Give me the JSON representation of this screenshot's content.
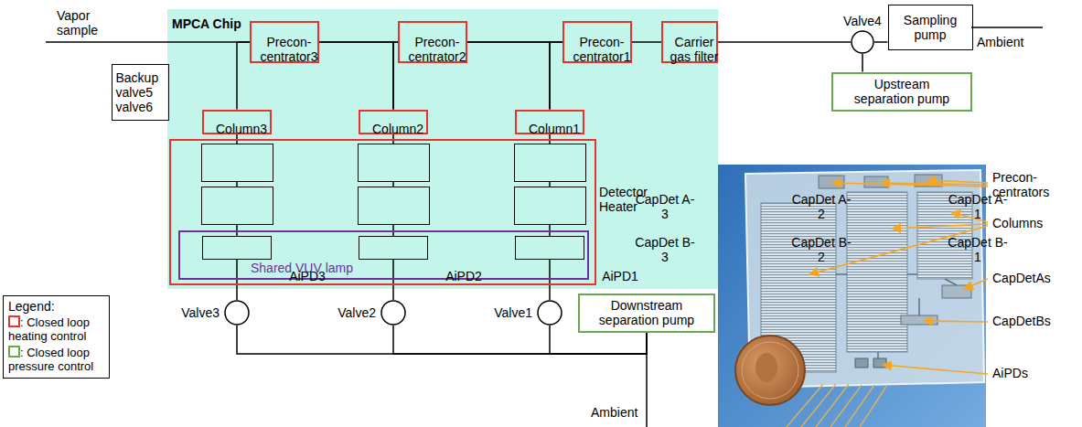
{
  "diagram": {
    "nodes": [
      {
        "text": [
          "MPCA Chip"
        ]
      },
      {
        "text": [
          "Precon- centrator3"
        ],
        "in": 0
      },
      {
        "text": [
          "Precon- centrator2"
        ],
        "in": 0
      },
      {
        "text": [
          "Precon- centrator1"
        ],
        "in": 0
      },
      {
        "text": [
          "Carrier gas filter"
        ],
        "in": 0
      },
      {
        "text": [
          "Valve4"
        ]
      },
      {
        "text": [
          "Sampling pump"
        ]
      },
      {
        "text": [
          "Upstream separation pump"
        ]
      },
      {
        "text": [
          "Backup valve5 valve6"
        ]
      },
      {
        "text": [
          "Column3"
        ],
        "in": 0
      },
      {
        "text": [
          "Column2"
        ],
        "in": 0
      },
      {
        "text": [
          "Column1"
        ],
        "in": 0
      },
      {
        "text": [
          "Detector Heater"
        ],
        "in": 0
      },
      {
        "text": [
          "CapDet A-3"
        ],
        "in": 12
      },
      {
        "text": [
          "CapDet A-2"
        ],
        "in": 12
      },
      {
        "text": [
          "CapDet A-1"
        ],
        "in": 12
      },
      {
        "text": [
          "CapDet B-3"
        ],
        "in": 12
      },
      {
        "text": [
          "CapDet B-2"
        ],
        "in": 12
      },
      {
        "text": [
          "CapDet B-1"
        ],
        "in": 12
      },
      {
        "text": [
          "Shared VUV lamp"
        ],
        "in": 12
      },
      {
        "text": [
          "AiPD3"
        ],
        "in": 19
      },
      {
        "text": [
          "AiPD2"
        ],
        "in": 19
      },
      {
        "text": [
          "AiPD1"
        ],
        "in": 19
      },
      {
        "text": [
          "Valve3"
        ]
      },
      {
        "text": [
          "Valve2"
        ]
      },
      {
        "text": [
          "Valve1"
        ]
      },
      {
        "text": [
          "Downstream separation pump"
        ]
      }
    ],
    "edges": [
      {
        "from": 1,
        "to": 2,
        "arrow": "none"
      },
      {
        "from": 2,
        "to": 3,
        "arrow": "none"
      },
      {
        "from": 3,
        "to": 4,
        "arrow": "none"
      },
      {
        "from": 4,
        "to": 5,
        "arrow": "none"
      },
      {
        "from": 5,
        "to": 6,
        "arrow": "none"
      },
      {
        "from": 5,
        "to": 7,
        "arrow": "none"
      },
      {
        "from": 1,
        "to": 9,
        "arrow": "none"
      },
      {
        "from": 1,
        "to": 10,
        "arrow": "none"
      },
      {
        "from": 2,
        "to": 10,
        "arrow": "none"
      },
      {
        "from": 2,
        "to": 11,
        "arrow": "none"
      },
      {
        "from": 3,
        "to": 11,
        "arrow": "none"
      },
      {
        "from": 9,
        "to": 13,
        "arrow": "none"
      },
      {
        "from": 10,
        "to": 14,
        "arrow": "none"
      },
      {
        "from": 11,
        "to": 15,
        "arrow": "none"
      },
      {
        "from": 13,
        "to": 16,
        "arrow": "none"
      },
      {
        "from": 14,
        "to": 17,
        "arrow": "none"
      },
      {
        "from": 15,
        "to": 18,
        "arrow": "none"
      },
      {
        "from": 16,
        "to": 20,
        "arrow": "none"
      },
      {
        "from": 17,
        "to": 21,
        "arrow": "none"
      },
      {
        "from": 18,
        "to": 22,
        "arrow": "none"
      },
      {
        "from": 20,
        "to": 23,
        "arrow": "none"
      },
      {
        "from": 21,
        "to": 24,
        "arrow": "none"
      },
      {
        "from": 22,
        "to": 25,
        "arrow": "none"
      },
      {
        "from": 23,
        "to": 26,
        "arrow": "none"
      },
      {
        "from": 24,
        "to": 26,
        "arrow": "none"
      },
      {
        "from": 25,
        "to": 26,
        "arrow": "none"
      }
    ],
    "labels": [
      "Vapor sample",
      "Ambient",
      "Ambient",
      "Legend:",
      "Precon- centrators",
      "Columns",
      "CapDetAs",
      "CapDetBs",
      "AiPDs"
    ],
    "legend": [
      {
        "text": ": Closed loop heating control",
        "color": "#e8322e"
      },
      {
        "text": ": Closed loop pressure control",
        "color": "#6aa84f"
      }
    ]
  }
}
